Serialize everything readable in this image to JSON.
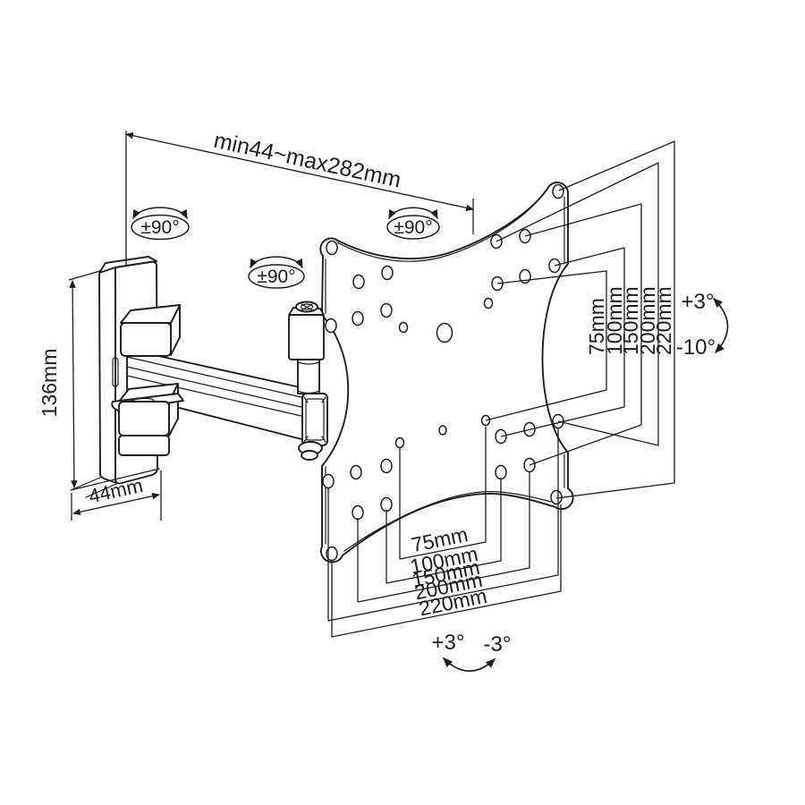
{
  "drawing": {
    "type": "technical-line-drawing",
    "subject": "articulating TV wall mount bracket with VESA plate",
    "background_color": "#ffffff",
    "line_color": "#1e1e1e",
    "labels": {
      "extension_range": "min44~max282mm",
      "wall_plate_height": "136mm",
      "wall_plate_depth": "44mm",
      "swivel": [
        "±90°",
        "±90°",
        "±90°"
      ],
      "tilt_right": {
        "up": "+3°",
        "down": "-10°"
      },
      "tilt_bottom": {
        "left": "+3°",
        "right": "-3°"
      },
      "vesa_heights": [
        "75mm",
        "100mm",
        "150mm",
        "200mm",
        "220mm"
      ],
      "vesa_widths": [
        "75mm",
        "100mm",
        "150mm",
        "200mm",
        "220mm"
      ]
    }
  }
}
